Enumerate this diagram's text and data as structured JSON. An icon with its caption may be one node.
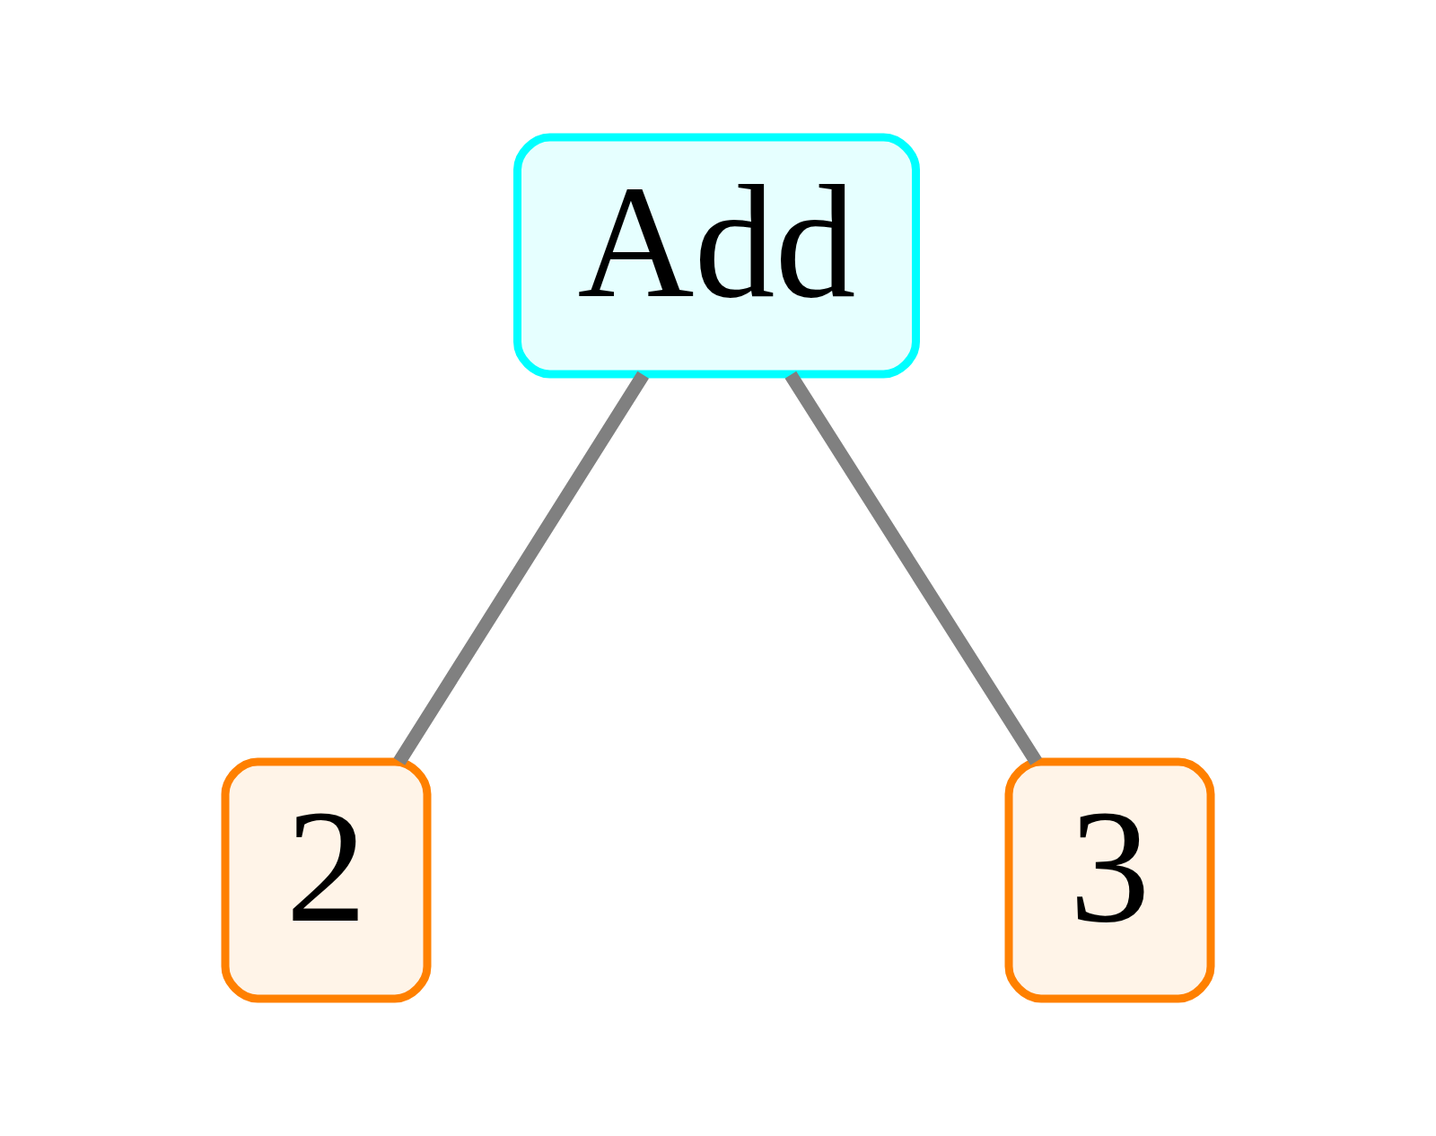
{
  "diagram": {
    "nodes": [
      {
        "text": [
          "Add"
        ]
      },
      {
        "text": [
          "2"
        ]
      },
      {
        "text": [
          "3"
        ]
      }
    ],
    "edges": [
      {
        "from": 0,
        "to": 1,
        "arrow": "none"
      },
      {
        "from": 0,
        "to": 2,
        "arrow": "none"
      }
    ]
  }
}
